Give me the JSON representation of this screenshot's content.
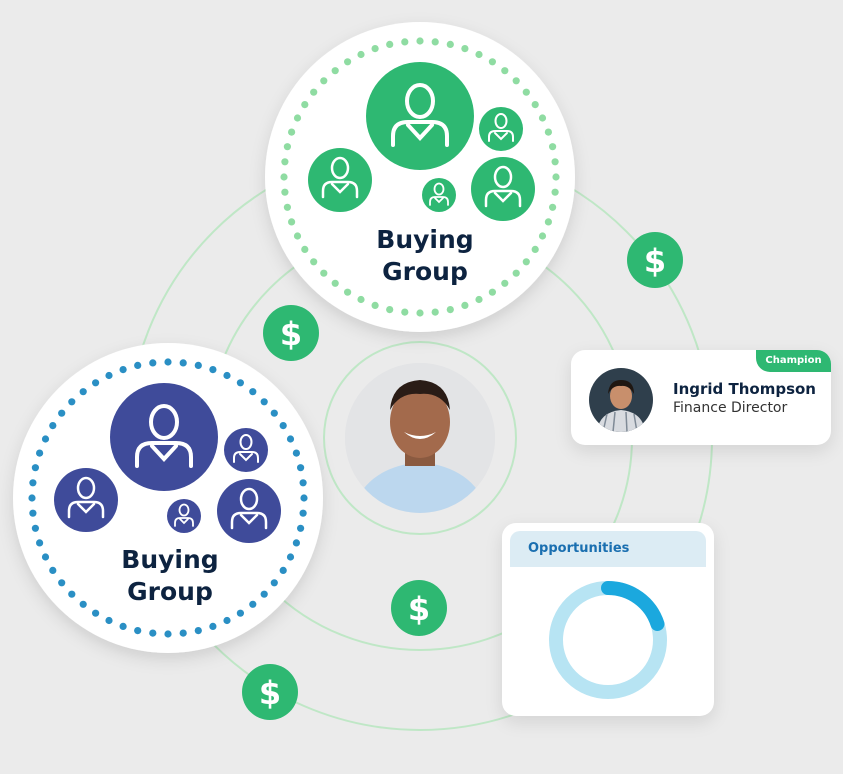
{
  "groups": [
    {
      "label_line1": "Buying",
      "label_line2": "Group",
      "color": "#2eb872",
      "dot_color": "#8fdca2"
    },
    {
      "label_line1": "Buying",
      "label_line2": "Group",
      "color": "#3f4b9a",
      "dot_color": "#2a8fc4"
    }
  ],
  "currency_symbol": "$",
  "currency_color": "#2eb872",
  "ring_color": "#bfe7c6",
  "contact": {
    "tag": "Champion",
    "name": "Ingrid Thompson",
    "role": "Finance Director"
  },
  "opportunities": {
    "title": "Opportunities",
    "progress_fraction": 0.2,
    "track_color": "#b7e4f3",
    "fill_color": "#1ba8de"
  },
  "icons": {
    "person": "person-outline-icon",
    "dollar": "dollar-icon"
  }
}
